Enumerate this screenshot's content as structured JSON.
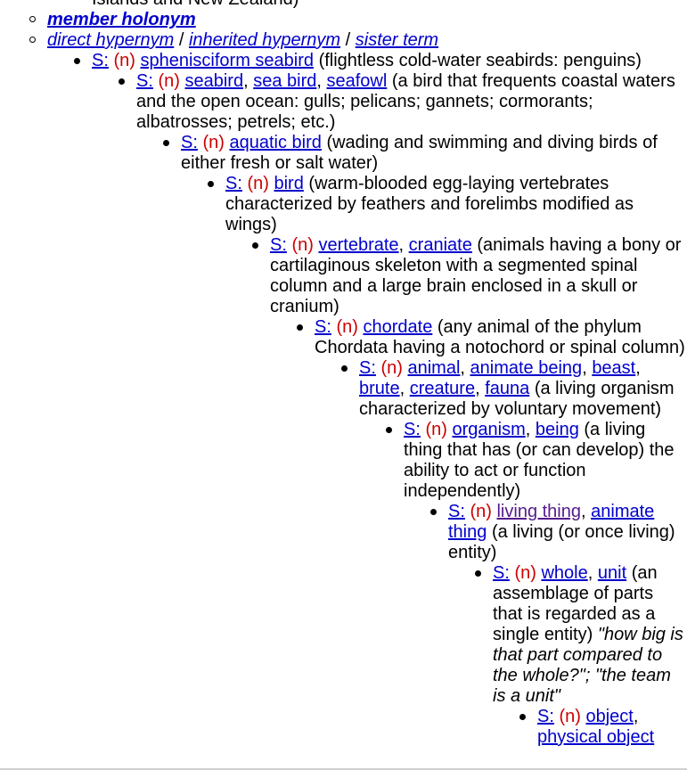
{
  "top_cutoff_text": "Islands and New Zealand)",
  "menu": {
    "member_holonym": "member holonym",
    "direct_hypernym": "direct hypernym",
    "sep1": "/",
    "inherited_hypernym": "inherited hypernym",
    "sep2": "/",
    "sister_term": "sister term"
  },
  "s_label": "S:",
  "pos_label": "(n)",
  "entries": [
    {
      "words": [
        "sphenisciform seabird"
      ],
      "gloss": "(flightless cold-water seabirds: penguins)"
    },
    {
      "words": [
        "seabird",
        "sea bird",
        "seafowl"
      ],
      "gloss": "(a bird that frequents coastal waters and the open ocean: gulls; pelicans; gannets; cormorants; albatrosses; petrels; etc.)"
    },
    {
      "words": [
        "aquatic bird"
      ],
      "gloss": "(wading and swimming and diving birds of either fresh or salt water)"
    },
    {
      "words": [
        "bird"
      ],
      "gloss": "(warm-blooded egg-laying vertebrates characterized by feathers and forelimbs modified as wings)"
    },
    {
      "words": [
        "vertebrate",
        "craniate"
      ],
      "gloss": "(animals having a bony or cartilaginous skeleton with a segmented spinal column and a large brain enclosed in a skull or cranium)"
    },
    {
      "words": [
        "chordate"
      ],
      "gloss": "(any animal of the phylum Chordata having a notochord or spinal column)"
    },
    {
      "words": [
        "animal",
        "animate being",
        "beast",
        "brute",
        "creature",
        "fauna"
      ],
      "gloss": "(a living organism characterized by voluntary movement)"
    },
    {
      "words": [
        "organism",
        "being"
      ],
      "gloss": "(a living thing that has (or can develop) the ability to act or function independently)"
    },
    {
      "words": [
        "living thing",
        "animate thing"
      ],
      "gloss": "(a living (or once living) entity)"
    },
    {
      "words": [
        "whole",
        "unit"
      ],
      "gloss": "(an assemblage of parts that is regarded as a single entity)",
      "example": "\"how big is that part compared to the whole?\"; \"the team is a unit\""
    },
    {
      "words": [
        "object",
        "physical object"
      ],
      "gloss": ""
    }
  ],
  "comma": ","
}
